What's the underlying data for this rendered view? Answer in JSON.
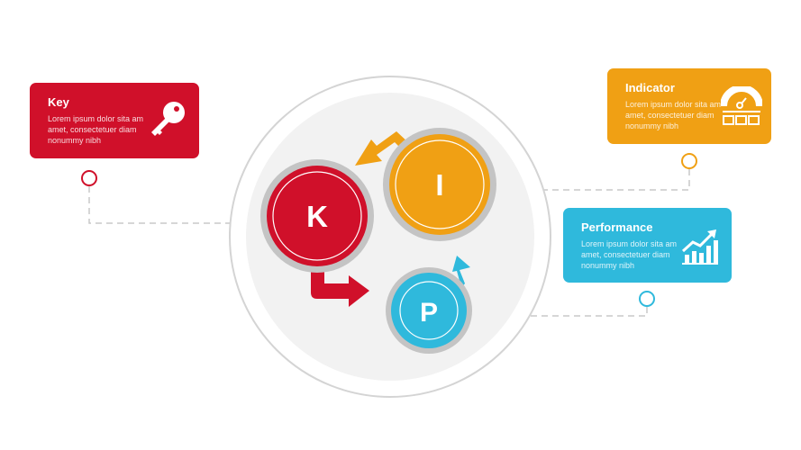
{
  "colors": {
    "key": "#d0102a",
    "indicator": "#f0a014",
    "performance": "#2fb9dc",
    "ring": "#c4c4c4",
    "background_circle": "#f2f2f2"
  },
  "circles": {
    "k": "K",
    "i": "I",
    "p": "P"
  },
  "cards": [
    {
      "title": "Key",
      "body": "Lorem ipsum dolor sita am amet, consectetuer diam nonummy  nibh",
      "icon": "key-icon"
    },
    {
      "title": "Indicator",
      "body": "Lorem ipsum dolor sita am amet, consectetuer diam nonummy  nibh",
      "icon": "gauge-checklist-icon"
    },
    {
      "title": "Performance",
      "body": "Lorem ipsum dolor sita am amet, consectetuer diam nonummy  nibh",
      "icon": "growth-chart-icon"
    }
  ]
}
